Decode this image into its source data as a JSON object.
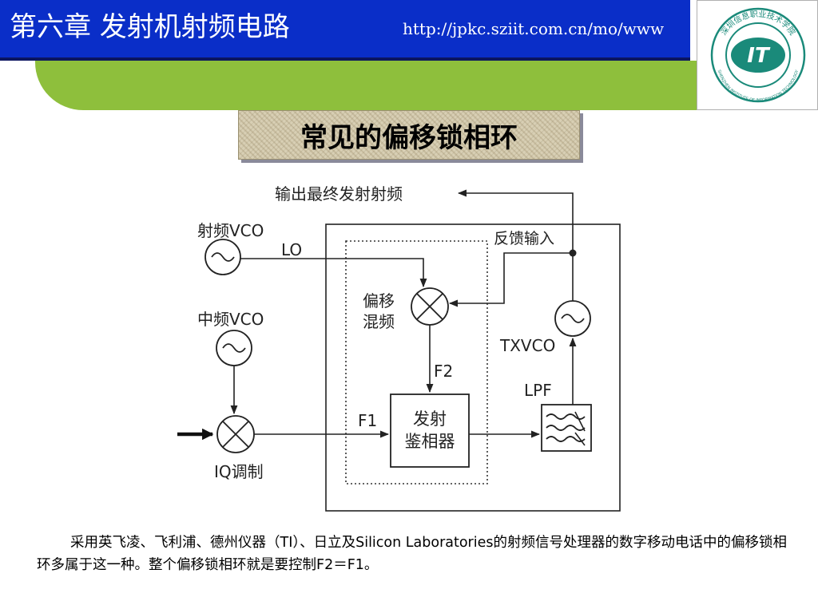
{
  "header": {
    "chapter_title": "第六章  发射机射频电路",
    "url": "http://jpkc.sziit.com.cn/mo/www"
  },
  "logo": {
    "monogram": "IT",
    "motto": "深圳信息职业技术学院",
    "english": "SHENZHEN INSTITUTE OF INFORMATION TECHNOLOGY"
  },
  "subtitle": "常见的偏移锁相环",
  "diagram": {
    "output_label": "输出最终发射射频",
    "feedback_label": "反馈输入",
    "rf_vco_label": "射频VCO",
    "lo_label": "LO",
    "offset_mixer_label": [
      "偏移",
      "混频"
    ],
    "if_vco_label": "中频VCO",
    "txvco_label": "TXVCO",
    "f2_label": "F2",
    "lpf_label": "LPF",
    "f1_label": "F1",
    "phase_detector_label": [
      "发射",
      "鉴相器"
    ],
    "iq_mod_label": "IQ调制"
  },
  "paragraph": "采用英飞凌、飞利浦、德州仪器（TI）、日立及Silicon Laboratories的射频信号处理器的数字移动电话中的偏移锁相环多属于这一种。整个偏移锁相环就是要控制F2＝F1。",
  "colors": {
    "header_blue": "#0a2ec8",
    "header_shadow": "#0b1560",
    "band_green": "#8ebf3c",
    "logo_teal": "#1a8a7a"
  }
}
